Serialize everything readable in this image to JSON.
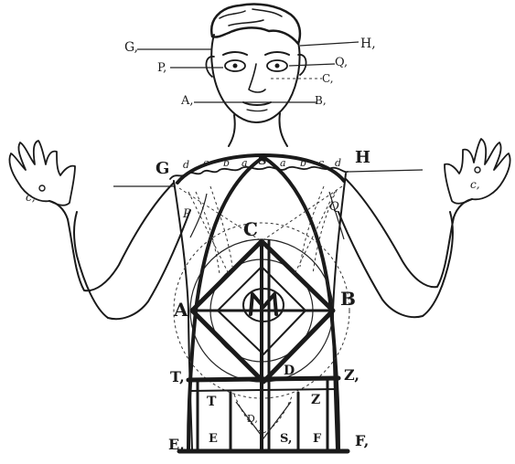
{
  "diagram": {
    "head_labels": {
      "G1": "G,",
      "H1": "H,",
      "P1": "P,",
      "Q1": "Q,",
      "C1": "C,",
      "A1": "A,",
      "B1": "B,"
    },
    "body_labels": {
      "G": "G",
      "H": "H",
      "S": "S",
      "C": "C",
      "A": "A",
      "B": "B",
      "M": "M",
      "P": "P",
      "Q": "Q",
      "c1_left": "c,",
      "c1_right": "c,",
      "T1": "T,",
      "Z1": "Z,",
      "T": "T",
      "Z": "Z",
      "D1": "D,",
      "E1": "E,",
      "E": "E",
      "S1": "S,",
      "F": "F",
      "F1": "F,",
      "D": "D"
    },
    "shoulder_letters_left": [
      "d",
      "c",
      "b",
      "a"
    ],
    "shoulder_letters_right": [
      "a",
      "b",
      "c",
      "d"
    ],
    "colors": {
      "ink": "#1a1a1a",
      "paper": "#ffffff"
    }
  }
}
